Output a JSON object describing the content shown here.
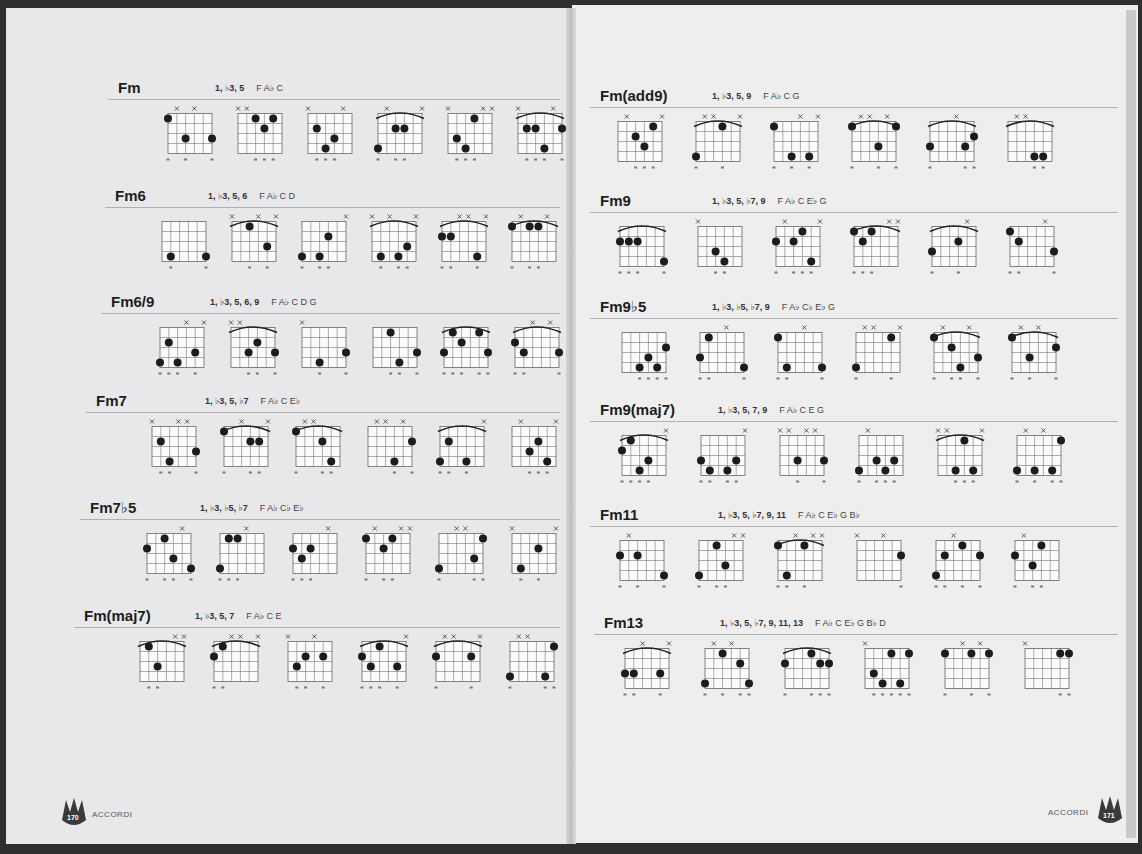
{
  "diagram": {
    "labels": [
      "Fm",
      "1, ♭3, 5",
      "F A♭ C",
      "Fm6",
      "1, ♭3, 5, 6",
      "F A♭ C D",
      "Fm6/9",
      "1, ♭3, 5, 6, 9",
      "F A♭ C D G",
      "Fm7",
      "1, ♭3, 5, ♭7",
      "F A♭ C E♭",
      "Fm7♭5",
      "1, ♭3, ♭5, ♭7",
      "F A♭ C♭ E♭",
      "Fm(maj7)",
      "1, ♭3, 5, 7",
      "F A♭ C E",
      "Fm(add9)",
      "1, ♭3, 5, 9",
      "F A♭ C G",
      "Fm9",
      "1, ♭3, 5, ♭7, 9",
      "F A♭ C E♭ G",
      "Fm9♭5",
      "1, ♭3, ♭5, ♭7, 9",
      "F A♭ C♭ E♭ G",
      "Fm9(maj7)",
      "1, ♭3, 5, 7, 9",
      "F A♭ C E G",
      "Fm11",
      "1, ♭3, 5, ♭7, 9, 11",
      "F A♭ C E♭ G B♭",
      "Fm13",
      "1, ♭3, 5, ♭7, 9, 11, 13",
      "F A♭ C E♭ G B♭ D",
      "ACCORDI",
      "170",
      "ACCORDI",
      "171"
    ]
  }
}
